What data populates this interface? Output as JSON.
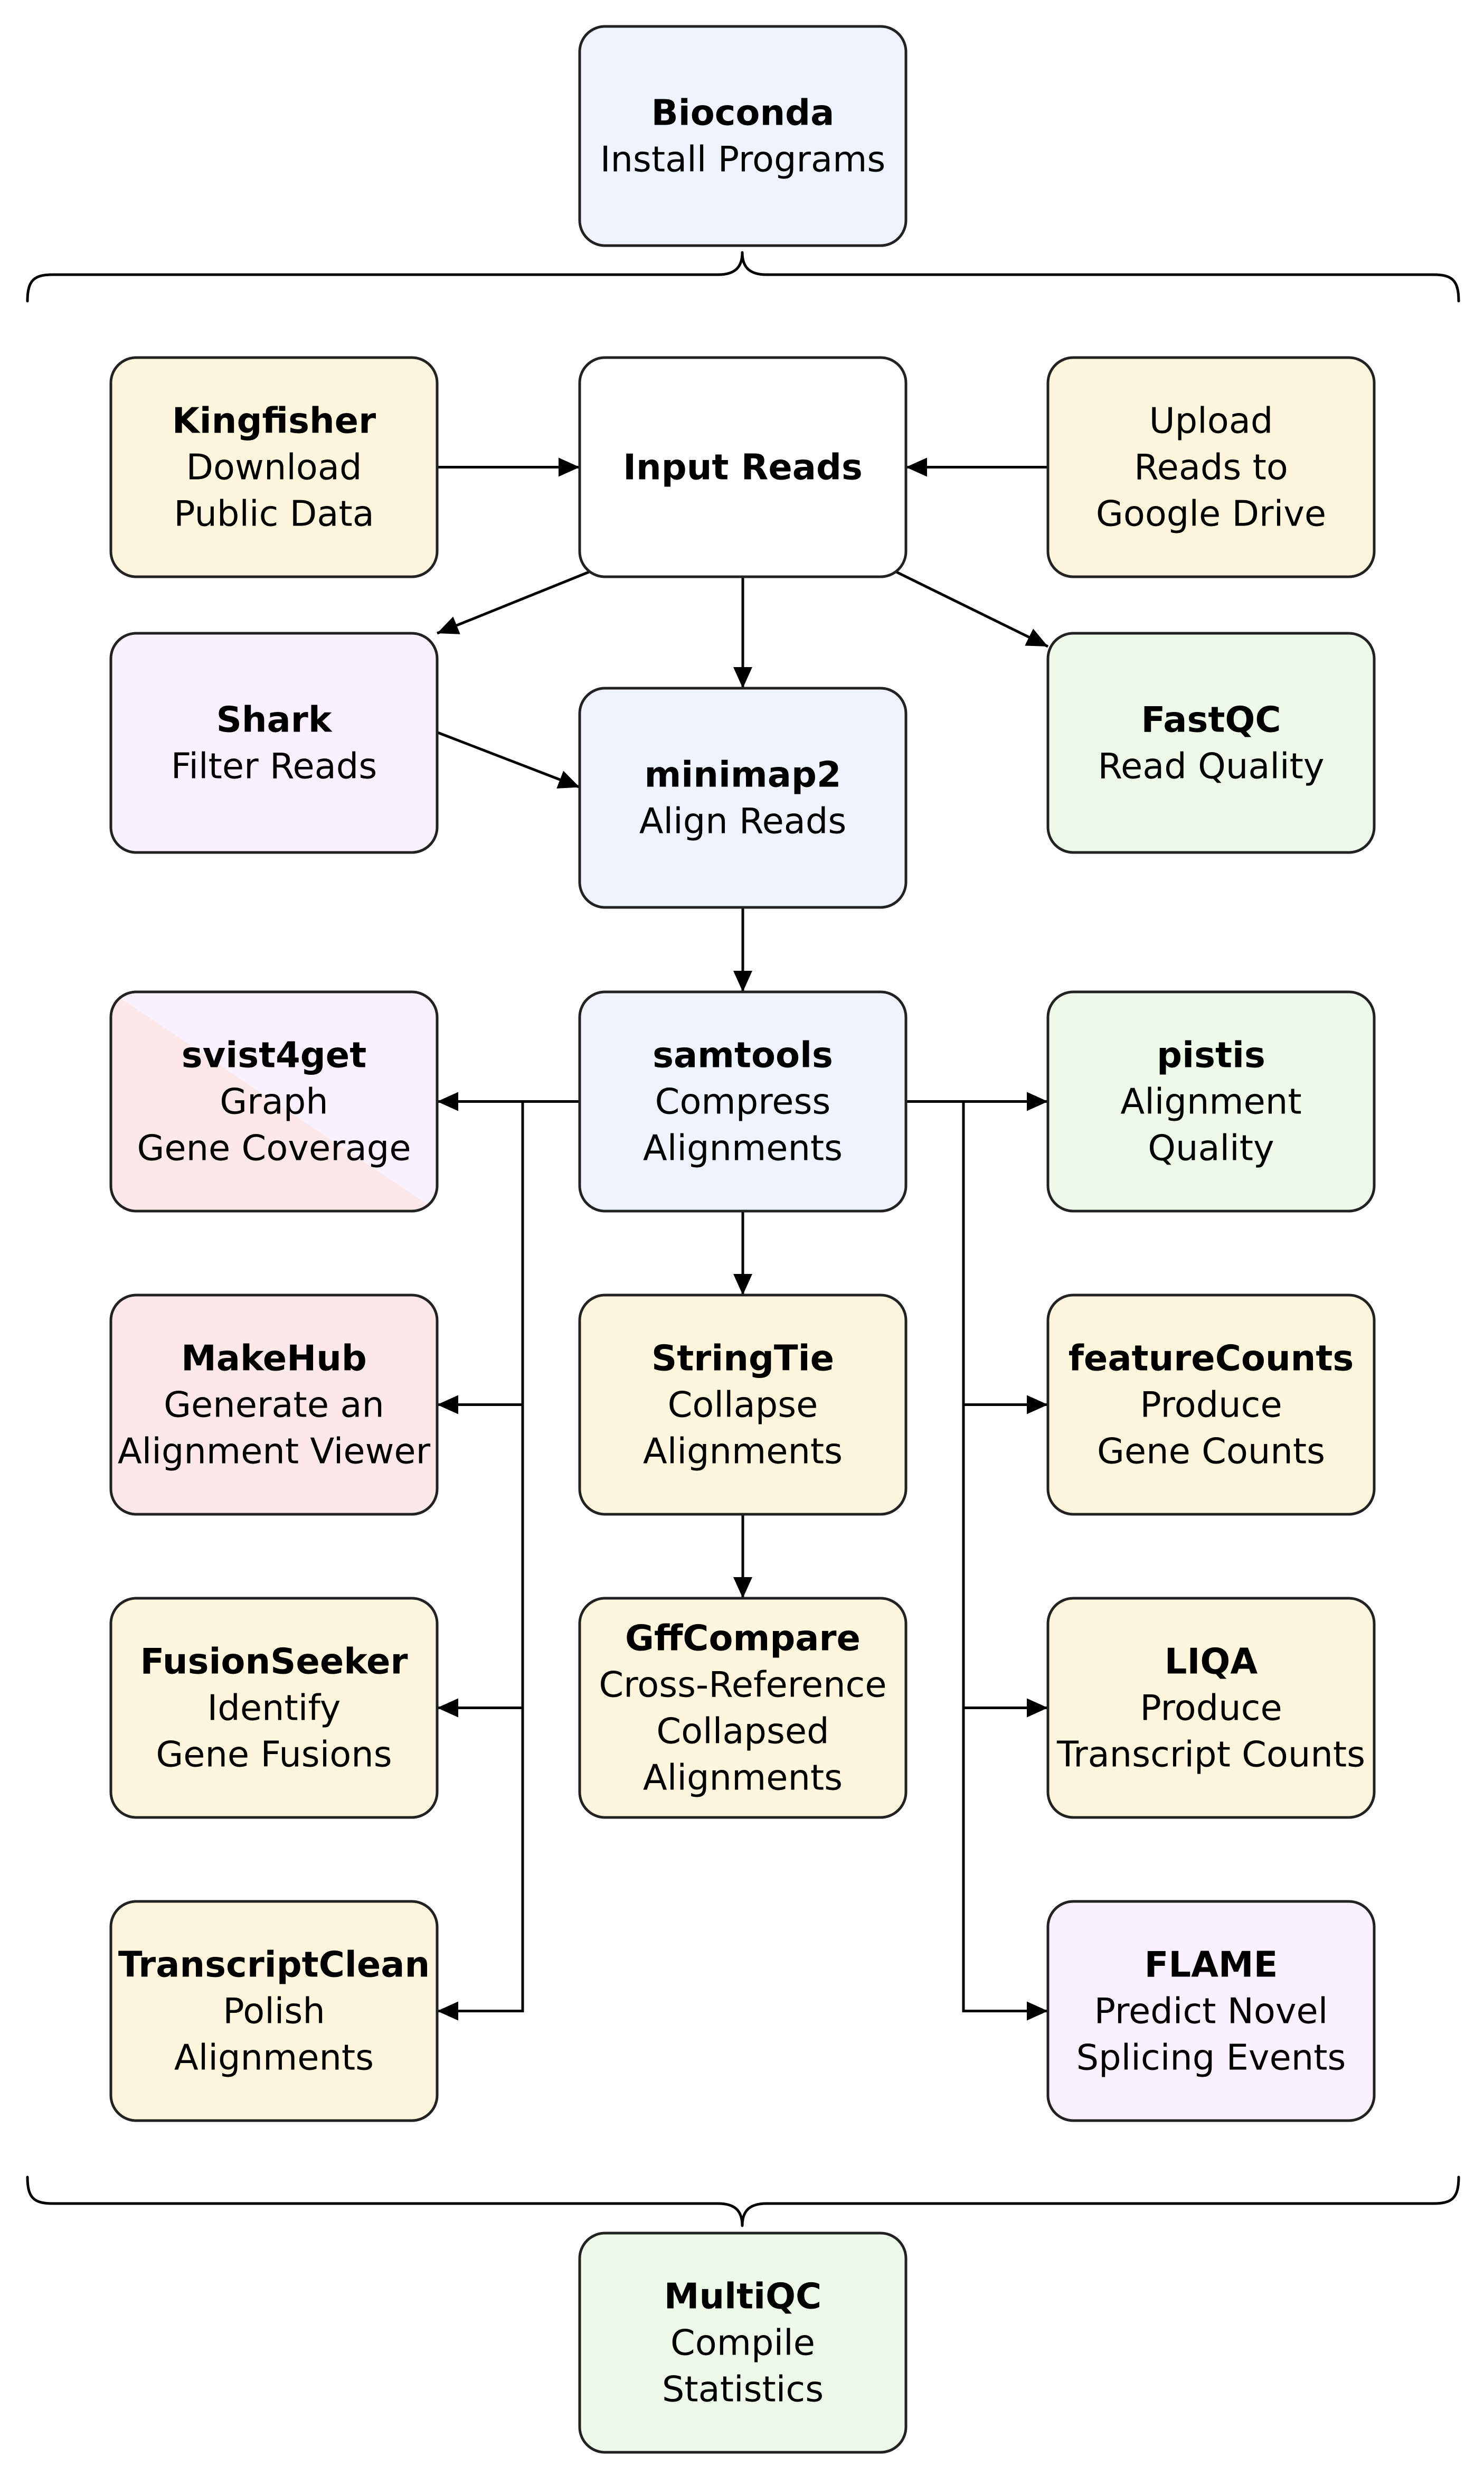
{
  "colors": {
    "blue": "#eef3fd",
    "yellow": "#fdf6dc",
    "green": "#edfae9",
    "purple": "#f9f1fd",
    "red": "#fde8e9",
    "white": "#ffffff",
    "outline": "#222222"
  },
  "nodes": [
    {
      "id": "bioconda",
      "bold": "Bioconda",
      "lines": [
        "Install Programs"
      ],
      "color": "blue"
    },
    {
      "id": "kingfisher",
      "bold": "Kingfisher",
      "lines": [
        "Download",
        "Public Data"
      ],
      "color": "yellow"
    },
    {
      "id": "input-reads",
      "bold": "Input Reads",
      "lines": [],
      "color": "white"
    },
    {
      "id": "upload",
      "bold": "",
      "lines": [
        "Upload",
        "Reads to",
        "Google Drive"
      ],
      "color": "yellow"
    },
    {
      "id": "shark",
      "bold": "Shark",
      "lines": [
        "Filter Reads"
      ],
      "color": "purple"
    },
    {
      "id": "minimap2",
      "bold": "minimap2",
      "lines": [
        "Align Reads"
      ],
      "color": "blue"
    },
    {
      "id": "fastqc",
      "bold": "FastQC",
      "lines": [
        "Read Quality"
      ],
      "color": "green"
    },
    {
      "id": "svist4get",
      "bold": "svist4get",
      "lines": [
        "Graph",
        "Gene Coverage"
      ],
      "color": "split"
    },
    {
      "id": "samtools",
      "bold": "samtools",
      "lines": [
        "Compress",
        "Alignments"
      ],
      "color": "blue"
    },
    {
      "id": "pistis",
      "bold": "pistis",
      "lines": [
        "Alignment",
        "Quality"
      ],
      "color": "green"
    },
    {
      "id": "makehub",
      "bold": "MakeHub",
      "lines": [
        "Generate an",
        "Alignment Viewer"
      ],
      "color": "red"
    },
    {
      "id": "stringtie",
      "bold": "StringTie",
      "lines": [
        "Collapse",
        "Alignments"
      ],
      "color": "yellow"
    },
    {
      "id": "featurecounts",
      "bold": "featureCounts",
      "lines": [
        "Produce",
        "Gene Counts"
      ],
      "color": "yellow"
    },
    {
      "id": "fusionseeker",
      "bold": "FusionSeeker",
      "lines": [
        "Identify",
        "Gene Fusions"
      ],
      "color": "yellow"
    },
    {
      "id": "gffcompare",
      "bold": "GffCompare",
      "lines": [
        "Cross-Reference",
        "Collapsed",
        "Alignments"
      ],
      "color": "yellow"
    },
    {
      "id": "liqa",
      "bold": "LIQA",
      "lines": [
        "Produce",
        "Transcript Counts"
      ],
      "color": "yellow"
    },
    {
      "id": "transcriptclean",
      "bold": "TranscriptClean",
      "lines": [
        "Polish",
        "Alignments"
      ],
      "color": "yellow"
    },
    {
      "id": "flame",
      "bold": "FLAME",
      "lines": [
        "Predict Novel",
        "Splicing Events"
      ],
      "color": "purple"
    },
    {
      "id": "multiqc",
      "bold": "MultiQC",
      "lines": [
        "Compile",
        "Statistics"
      ],
      "color": "green"
    }
  ],
  "edges": [
    {
      "from": "kingfisher",
      "to": "input-reads"
    },
    {
      "from": "upload",
      "to": "input-reads"
    },
    {
      "from": "input-reads",
      "to": "shark"
    },
    {
      "from": "input-reads",
      "to": "minimap2"
    },
    {
      "from": "input-reads",
      "to": "fastqc"
    },
    {
      "from": "shark",
      "to": "minimap2"
    },
    {
      "from": "minimap2",
      "to": "samtools"
    },
    {
      "from": "samtools",
      "to": "svist4get"
    },
    {
      "from": "samtools",
      "to": "makehub"
    },
    {
      "from": "samtools",
      "to": "fusionseeker"
    },
    {
      "from": "samtools",
      "to": "transcriptclean"
    },
    {
      "from": "samtools",
      "to": "pistis"
    },
    {
      "from": "samtools",
      "to": "featurecounts"
    },
    {
      "from": "samtools",
      "to": "liqa"
    },
    {
      "from": "samtools",
      "to": "flame"
    },
    {
      "from": "samtools",
      "to": "stringtie"
    },
    {
      "from": "stringtie",
      "to": "gffcompare"
    }
  ],
  "groups": [
    {
      "id": "pipeline-steps",
      "from": "bioconda",
      "to": "multiqc"
    }
  ]
}
